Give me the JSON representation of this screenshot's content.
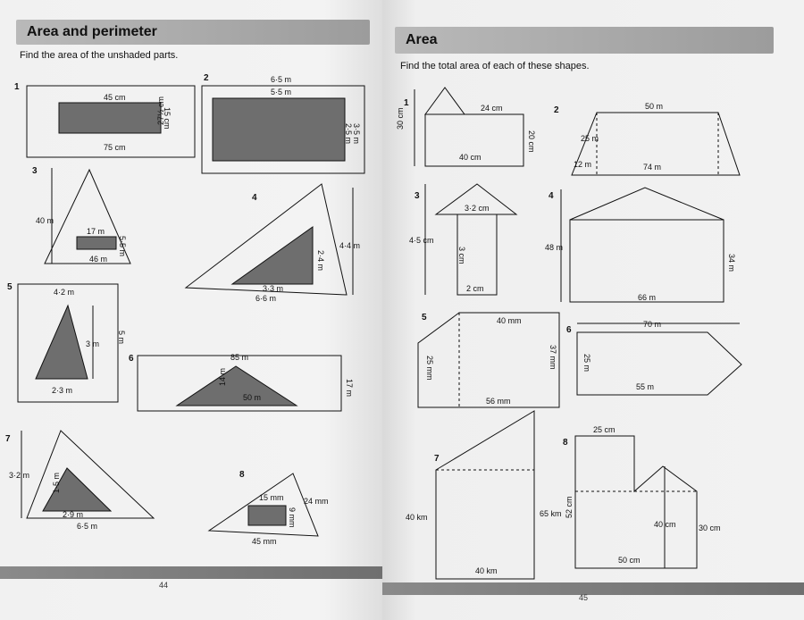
{
  "left_page": {
    "title": "Area and perimeter",
    "instruction": "Find the area of the unshaded parts.",
    "page_number": "44",
    "questions": [
      {
        "number": "1",
        "labels": [
          "45 cm",
          "15 cm",
          "27½ cm",
          "75 cm"
        ]
      },
      {
        "number": "2",
        "labels": [
          "6·5 m",
          "5·5 m",
          "3·5 m",
          "2·5 m"
        ]
      },
      {
        "number": "3",
        "labels": [
          "40 m",
          "17 m",
          "5·5 m",
          "46 m"
        ]
      },
      {
        "number": "4",
        "labels": [
          "4·4 m",
          "2·4 m",
          "3·3 m",
          "6·6 m"
        ]
      },
      {
        "number": "5",
        "labels": [
          "4·2 m",
          "3 m",
          "5 m",
          "2·3 m"
        ]
      },
      {
        "number": "6",
        "labels": [
          "85 m",
          "14 m",
          "50 m",
          "17 m"
        ]
      },
      {
        "number": "7",
        "labels": [
          "3·2 m",
          "1·5 m",
          "2·9 m",
          "6·5 m"
        ]
      },
      {
        "number": "8",
        "labels": [
          "15 mm",
          "24 mm",
          "9 mm",
          "45 mm"
        ]
      }
    ]
  },
  "right_page": {
    "title": "Area",
    "instruction": "Find the total area of each of these shapes.",
    "page_number": "45",
    "questions": [
      {
        "number": "1",
        "labels": [
          "24 cm",
          "30 cm",
          "20 cm",
          "40 cm"
        ]
      },
      {
        "number": "2",
        "labels": [
          "50 m",
          "25 m",
          "12 m",
          "74 m"
        ]
      },
      {
        "number": "3",
        "labels": [
          "3·2 cm",
          "4·5 cm",
          "3 cm",
          "2 cm"
        ]
      },
      {
        "number": "4",
        "labels": [
          "48 m",
          "34 m",
          "66 m"
        ]
      },
      {
        "number": "5",
        "labels": [
          "40 mm",
          "25 mm",
          "37 mm",
          "56 mm"
        ]
      },
      {
        "number": "6",
        "labels": [
          "70 m",
          "25 m",
          "55 m"
        ]
      },
      {
        "number": "7",
        "labels": [
          "40 km",
          "65 km",
          "40 km"
        ]
      },
      {
        "number": "8",
        "labels": [
          "25 cm",
          "52 cm",
          "40 cm",
          "30 cm",
          "50 cm"
        ]
      }
    ]
  },
  "colors": {
    "shade": "#6e6e6e",
    "banner": "#a8a8a8",
    "ink": "#111111"
  }
}
